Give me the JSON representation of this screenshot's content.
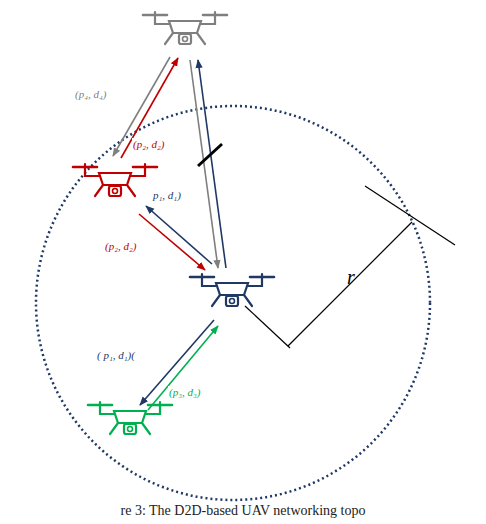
{
  "diagram": {
    "caption": "re 3: The D2D-based UAV networking topo",
    "labels": [
      "(p₄, d₄)",
      "(p₂, d₂)",
      "p₁, d₁)",
      "(p₂, d₂)",
      "( p₁, d₁)(",
      "(p₃, d₃)",
      "r"
    ]
  }
}
